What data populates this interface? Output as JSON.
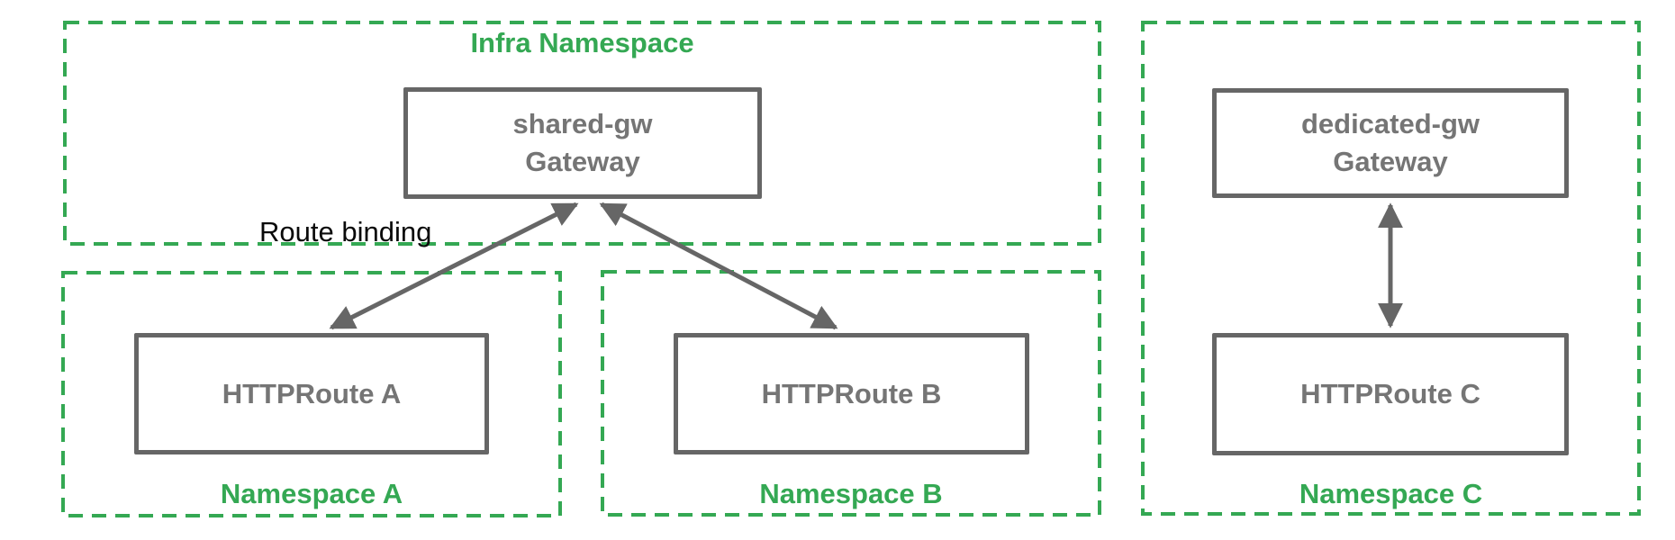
{
  "diagram": {
    "title_area": {
      "infra_namespace_label": "Infra Namespace",
      "namespace_a_label": "Namespace A",
      "namespace_b_label": "Namespace B",
      "namespace_c_label": "Namespace C"
    },
    "nodes": {
      "shared_gw": {
        "line1": "shared-gw",
        "line2": "Gateway"
      },
      "dedicated_gw": {
        "line1": "dedicated-gw",
        "line2": "Gateway"
      },
      "httproute_a": {
        "label": "HTTPRoute A"
      },
      "httproute_b": {
        "label": "HTTPRoute B"
      },
      "httproute_c": {
        "label": "HTTPRoute C"
      }
    },
    "annotations": {
      "route_binding": "Route binding"
    },
    "colors": {
      "namespace_green": "#34A853",
      "node_border_grey": "#666666",
      "node_text_grey": "#757575",
      "annotation_black": "#0a0a0a"
    }
  }
}
